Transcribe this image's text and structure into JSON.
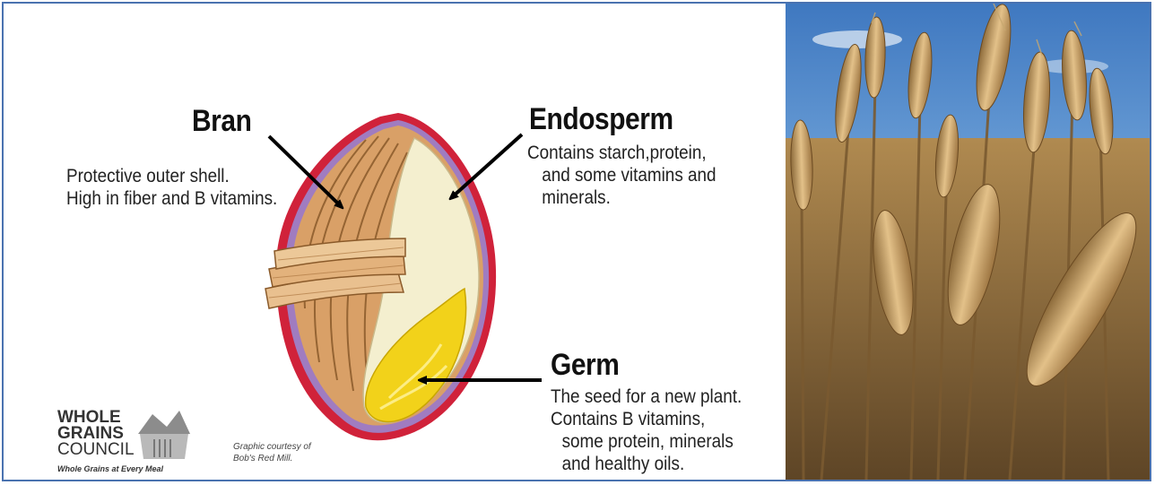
{
  "bran": {
    "heading": "Bran",
    "lines": [
      "Protective outer shell.",
      "High in fiber and B vitamins."
    ]
  },
  "endosperm": {
    "heading": "Endosperm",
    "lines": [
      "Contains starch,protein,",
      "and some vitamins and",
      "minerals."
    ]
  },
  "germ": {
    "heading": "Germ",
    "lines": [
      "The seed for a new plant.",
      "Contains B vitamins,",
      "some protein, minerals",
      "and healthy oils."
    ]
  },
  "logo": {
    "line1": "WHOLE",
    "line2": "GRAINS",
    "line3": "COUNCIL",
    "tagline": "Whole Grains at Every Meal"
  },
  "credit": {
    "line1": "Graphic courtesy of",
    "line2": "Bob's Red Mill."
  },
  "colors": {
    "border": "#4a72b0",
    "kernel_outline": "#d0223a",
    "kernel_inner": "#9b6fb5",
    "bran": "#d9a067",
    "endosperm": "#f4efcf",
    "germ": "#f2d21a",
    "sky": "#4d86c8",
    "wheat": "#c79a55"
  },
  "icons": [
    "arrow-icon",
    "whole-grain-stamp-icon",
    "wheat-photo"
  ]
}
